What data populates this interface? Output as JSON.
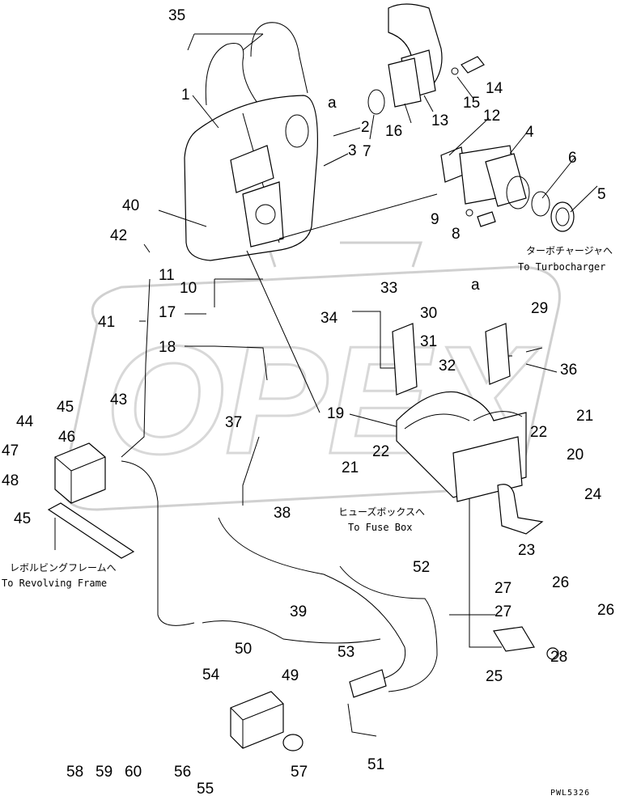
{
  "title_code": "PWL5326",
  "part_numbers": [
    "1",
    "2",
    "3",
    "4",
    "5",
    "6",
    "7",
    "8",
    "9",
    "10",
    "11",
    "12",
    "13",
    "14",
    "15",
    "16",
    "17",
    "18",
    "19",
    "20",
    "21",
    "21",
    "22",
    "22",
    "23",
    "24",
    "25",
    "26",
    "26",
    "27",
    "27",
    "28",
    "29",
    "30",
    "31",
    "32",
    "33",
    "34",
    "35",
    "36",
    "37",
    "38",
    "39",
    "40",
    "41",
    "42",
    "43",
    "44",
    "45",
    "45",
    "46",
    "47",
    "48",
    "49",
    "50",
    "51",
    "52",
    "53",
    "54",
    "55",
    "56",
    "57",
    "58",
    "59",
    "60"
  ],
  "reference_letters": [
    "a",
    "a"
  ],
  "destinations": {
    "turbocharger_jp": "ターボチャージャへ",
    "turbocharger_en": "To Turbocharger",
    "fuse_box_jp": "ヒューズボックスへ",
    "fuse_box_en": "To Fuse Box",
    "revolving_frame_jp": "レボルビングフレームへ",
    "revolving_frame_en": "To Revolving Frame"
  },
  "watermark": "OPEX"
}
